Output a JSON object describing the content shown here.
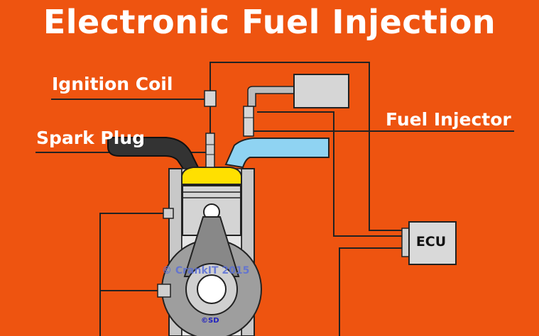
{
  "title": "Electronic Fuel Injection",
  "labels": {
    "ignition_coil": "Ignition Coil",
    "fuel_injector": "Fuel Injector",
    "spark_plug": "Spark Plug",
    "ecu": "ECU"
  },
  "watermarks": {
    "copyright": "© CrankIT 2015",
    "initials": "©SD"
  },
  "colors": {
    "background": "#EE5410",
    "intake_manifold": "#8FD3F2",
    "exhaust_manifold": "#333333",
    "combustion_chamber": "#FFE000",
    "engine_block": "#C8C8C8",
    "ecu_box": "#D9D9D9"
  }
}
